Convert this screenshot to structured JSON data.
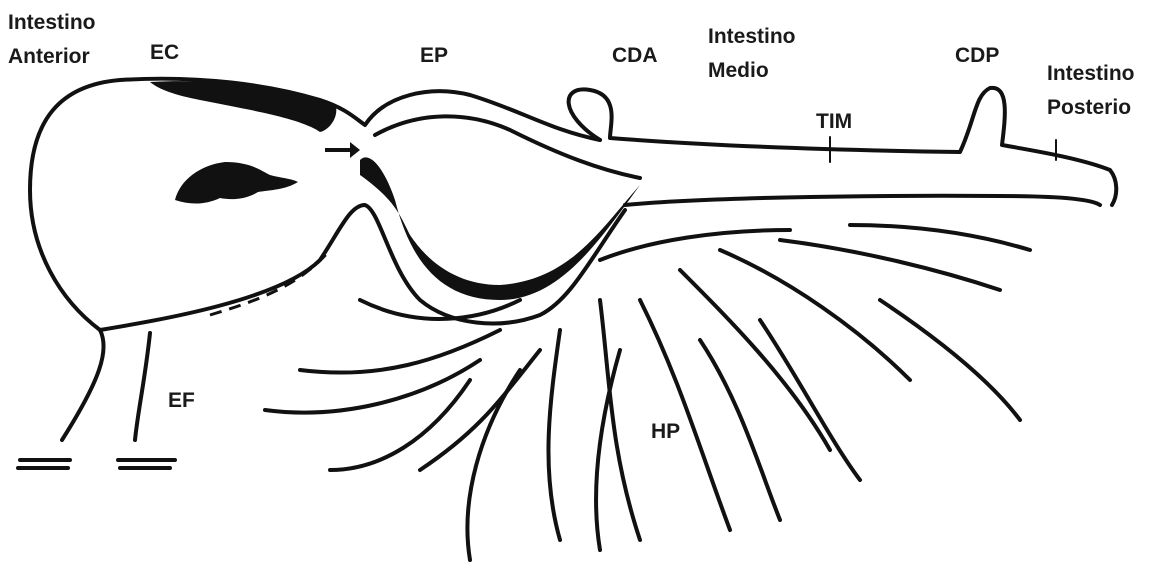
{
  "labels": {
    "fg_line1": "Intestino",
    "fg_line2": "Anterior",
    "ec": "EC",
    "ep": "EP",
    "cda": "CDA",
    "mg_line1": "Intestino",
    "mg_line2": "Medio",
    "tim": "TIM",
    "cdp": "CDP",
    "hg_line1": "Intestino",
    "hg_line2": "Posterio",
    "ef": "EF",
    "hp": "HP"
  }
}
